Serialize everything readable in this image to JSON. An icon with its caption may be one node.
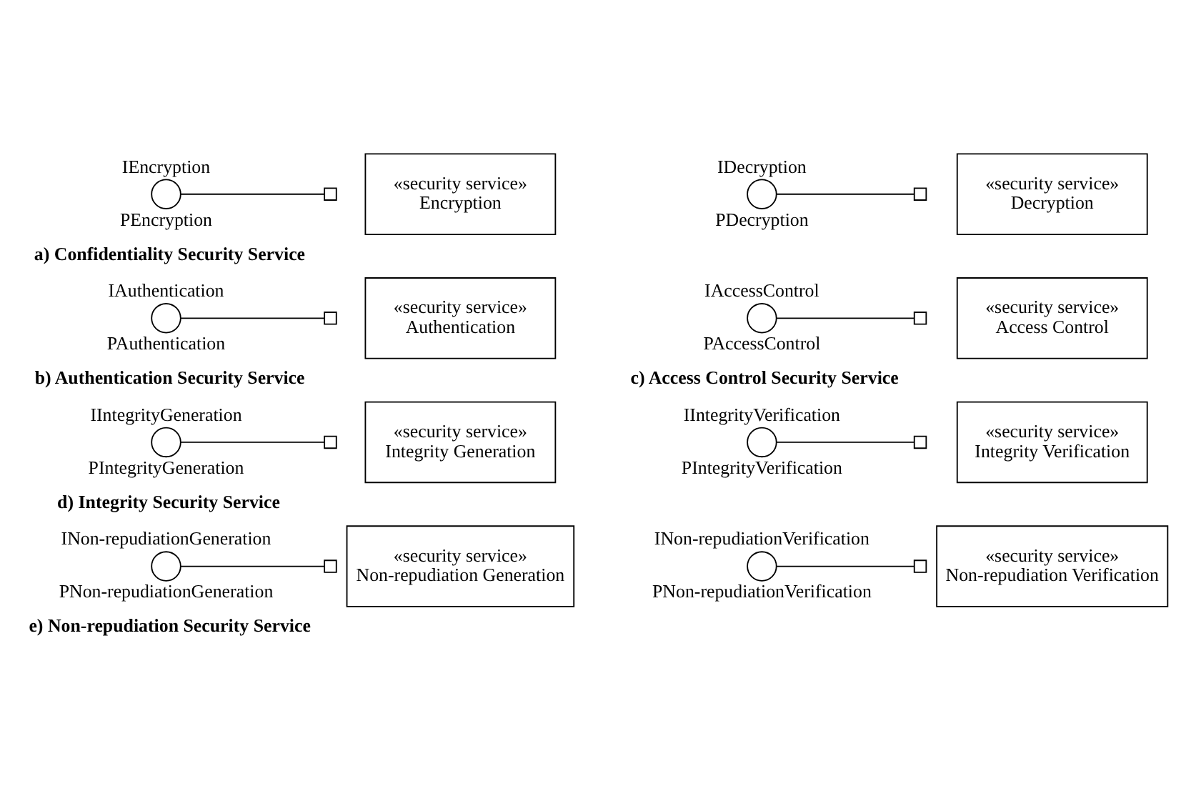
{
  "diagram": {
    "nodes": [
      {
        "text": [],
        "shape": "circle",
        "beside": [
          "IEncryption",
          "PEncryption"
        ]
      },
      {
        "text": [],
        "shape": "box"
      },
      {
        "text": [
          "«security service»",
          "Encryption"
        ]
      },
      {
        "text": [],
        "shape": "circle",
        "beside": [
          "IDecryption",
          "PDecryption"
        ]
      },
      {
        "text": [],
        "shape": "box"
      },
      {
        "text": [
          "«security service»",
          "Decryption"
        ]
      },
      {
        "text": [],
        "shape": "circle",
        "beside": [
          "IAuthentication",
          "PAuthentication"
        ]
      },
      {
        "text": [],
        "shape": "box"
      },
      {
        "text": [
          "«security service»",
          "Authentication"
        ]
      },
      {
        "text": [],
        "shape": "circle",
        "beside": [
          "IAccessControl",
          "PAccessControl"
        ]
      },
      {
        "text": [],
        "shape": "box"
      },
      {
        "text": [
          "«security service»",
          "Access Control"
        ]
      },
      {
        "text": [],
        "shape": "circle",
        "beside": [
          "IIntegrityGeneration",
          "PIntegrityGeneration"
        ]
      },
      {
        "text": [],
        "shape": "box"
      },
      {
        "text": [
          "«security service»",
          "Integrity Generation"
        ]
      },
      {
        "text": [],
        "shape": "circle",
        "beside": [
          "IIntegrityVerification",
          "PIntegrityVerification"
        ]
      },
      {
        "text": [],
        "shape": "box"
      },
      {
        "text": [
          "«security service»",
          "Integrity Verification"
        ]
      },
      {
        "text": [],
        "shape": "circle",
        "beside": [
          "INon-repudiationGeneration",
          "PNon-repudiationGeneration"
        ]
      },
      {
        "text": [],
        "shape": "box"
      },
      {
        "text": [
          "«security service»",
          "Non-repudiation Generation"
        ]
      },
      {
        "text": [],
        "shape": "circle",
        "beside": [
          "INon-repudiationVerification",
          "PNon-repudiationVerification"
        ]
      },
      {
        "text": [],
        "shape": "box"
      },
      {
        "text": [
          "«security service»",
          "Non-repudiation Verification"
        ]
      }
    ],
    "edges": [
      {
        "from": 0,
        "to": 1,
        "arrow": "none"
      },
      {
        "from": 3,
        "to": 4,
        "arrow": "none"
      },
      {
        "from": 6,
        "to": 7,
        "arrow": "none"
      },
      {
        "from": 9,
        "to": 10,
        "arrow": "none"
      },
      {
        "from": 12,
        "to": 13,
        "arrow": "none"
      },
      {
        "from": 15,
        "to": 16,
        "arrow": "none"
      },
      {
        "from": 18,
        "to": 19,
        "arrow": "none"
      },
      {
        "from": 21,
        "to": 22,
        "arrow": "none"
      }
    ],
    "labels": [
      "a) Confidentiality Security Service",
      "b) Authentication Security Service",
      "c) Access Control Security Service",
      "d) Integrity Security Service",
      "e) Non-repudiation Security Service"
    ]
  }
}
